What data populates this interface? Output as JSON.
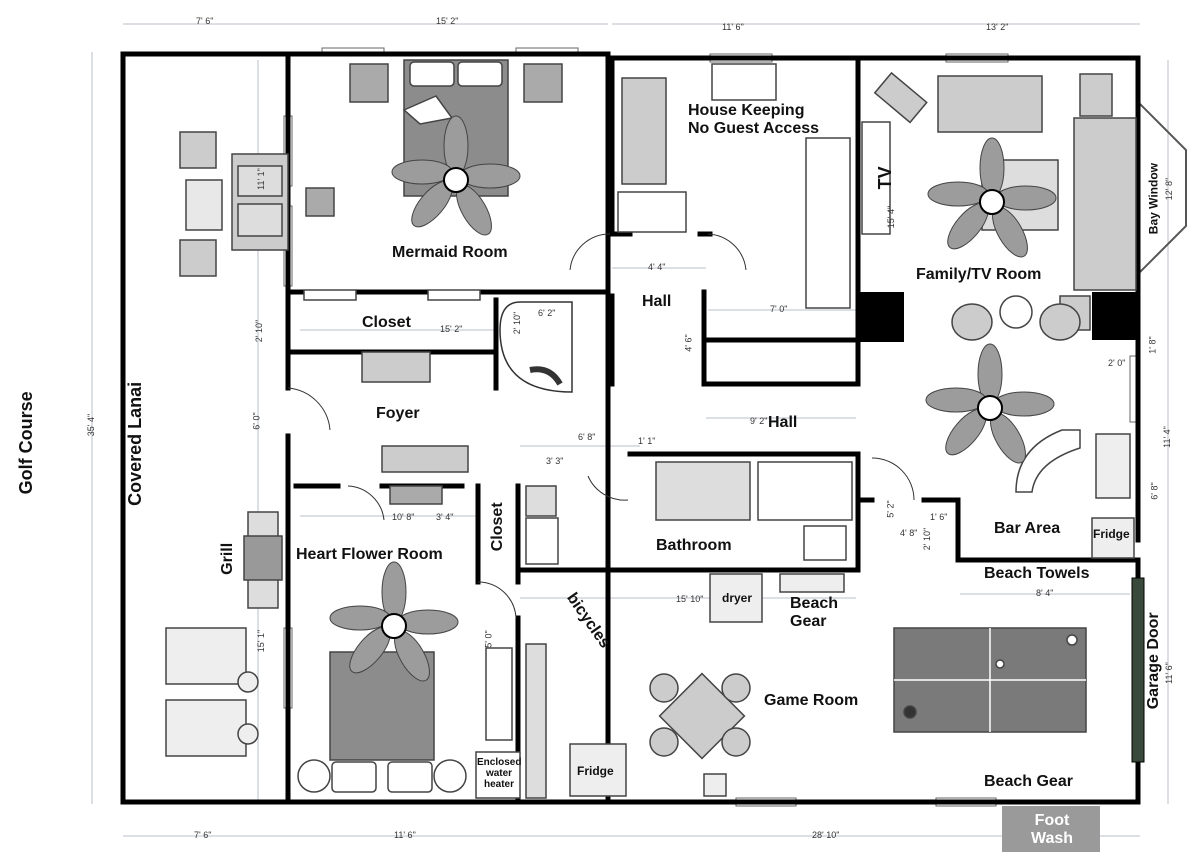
{
  "outside": {
    "golf_course": "Golf Course",
    "covered_lanai": "Covered Lanai",
    "grill": "Grill",
    "foot_wash_line1": "Foot",
    "foot_wash_line2": "Wash"
  },
  "rooms": {
    "mermaid": "Mermaid Room",
    "closet_top": "Closet",
    "foyer": "Foyer",
    "heart_flower": "Heart Flower Room",
    "closet_small": "Closet",
    "housekeeping_line1": "House Keeping",
    "housekeeping_line2": "No Guest Access",
    "hall_upper": "Hall",
    "hall_lower": "Hall",
    "family_tv": "Family/TV Room",
    "tv": "TV",
    "bay_window": "Bay Window",
    "bar_area": "Bar Area",
    "fridge_bar": "Fridge",
    "bathroom": "Bathroom",
    "beach_towels": "Beach Towels",
    "bicycles": "bicycles",
    "dryer": "dryer",
    "beach_gear_line1": "Beach",
    "beach_gear_line2": "Gear",
    "game_room": "Game Room",
    "garage_door": "Garage Door",
    "beach_gear_bottom": "Beach Gear",
    "fridge_game": "Fridge",
    "water_heater_line1": "Enclosed",
    "water_heater_line2": "water",
    "water_heater_line3": "heater"
  },
  "dimensions": {
    "top_1": "7' 6\"",
    "top_2": "15' 2\"",
    "top_3": "11' 6\"",
    "top_4": "13' 2\"",
    "bottom_1": "7' 6\"",
    "bottom_2": "11' 6\"",
    "bottom_3": "28' 10\"",
    "left_total": "35' 4\"",
    "right_total": "11' 4\"",
    "closet_w": "15' 2\"",
    "closet_h": "2' 10\"",
    "foyer_h": "6' 0\"",
    "mermaid_wall": "11' 1\"",
    "heart_wall": "15' 1\"",
    "hall_w": "4' 4\"",
    "stair_w": "6' 2\"",
    "stair_h": "2' 10\"",
    "hall_len": "7' 0\"",
    "hall2": "9' 2\"",
    "hall2b": "4' 6\"",
    "bath_w": "6' 8\"",
    "door_w": "1' 1\"",
    "door2": "3' 3\"",
    "heart_w": "10' 8\"",
    "heart_door": "3' 4\"",
    "game_w": "15' 10\"",
    "closet_small_h": "5' 0\"",
    "bath_h": "5' 2\"",
    "bar_w": "4' 8\"",
    "bar_d1": "2' 10\"",
    "bar_d2": "1' 6\"",
    "bar_right": "6' 8\"",
    "towel_w": "8' 4\"",
    "garage_h": "11' 6\"",
    "bay_w": "12' 8\"",
    "tv_w": "15' 4\"",
    "fam_small1": "1' 8\"",
    "fam_small2": "2' 0\""
  }
}
